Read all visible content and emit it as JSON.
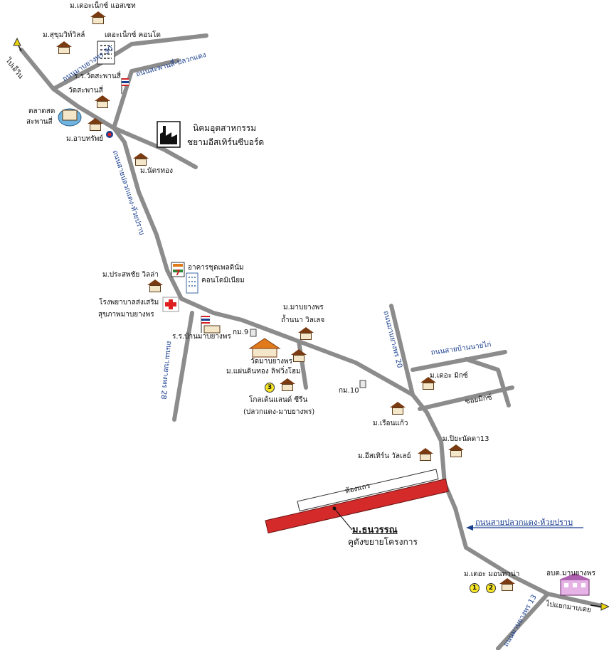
{
  "colors": {
    "road": "#8c8c8c",
    "project_strip": "#d42a2a",
    "road_label": "#1a3f8f",
    "arrow_yellow": "#e9d20a",
    "hospital_red": "#e02020"
  },
  "icons": [
    "house-icon",
    "condo-icon",
    "factory-icon",
    "school-flag-icon",
    "temple-icon",
    "hospital-cross-icon",
    "seven-eleven-icon",
    "market-icon",
    "gas-station-icon",
    "subdistrict-office-icon",
    "km-marker-icon",
    "direction-arrow-icon"
  ],
  "labels": {
    "the_nice_estate": "ม.เดอะเน็กซ์ แอสเซท",
    "sukhumvit_ville": "ม.สุขุมวิท์วิลล์",
    "the_nice_condo": "เดอะเน็กซ์ คอนโด",
    "to_bang_na": "ไปเอ็วิน",
    "road_mabyangporn_30": "ถนนมาบยางพร 30",
    "road_saphansi_pluakdaeng": "ถนนสะพานสี่-ปลวกแดง",
    "school_wat_saphansi": "ร.ร.วัดสะพานสี่",
    "wat_saphansi": "วัดสะพานสี่",
    "market_line1": "ตลาดสด",
    "market_line2": "สะพานสี่",
    "ban_athip": "ม.อาบทรัพย์",
    "industrial_line1": "นิคมอุตสาหกรรม",
    "industrial_line2": "ชยามอีสเทิร์นซีบอร์ด",
    "nattorn": "ม.นัตรทอง",
    "road_pluakdaeng_huaiprab_vertical": "ถนนสายปลวกแดง-ห้วยปราบ",
    "building_line1": "อาคารชุดเพลดินั่ม",
    "building_line2": "คอนโดมิเนียม",
    "prasathchai": "ม.ประสพชัย วิลล่า",
    "hospital_line1": "โรงพยาบาลส่งเสริม",
    "hospital_line2": "สุขภาพมาบยางพร",
    "school_ban_mabyangporn": "ร.ร.บ้านมาบยางพร",
    "km9": "กม.9",
    "road_mabyangporn_28": "ถนนมาบยางพร 28",
    "mabyangporn_estate_line1": "ม.มาบยางพร",
    "mabyangporn_estate_line2": "ถ้ำนนา วิลเลจ",
    "wat_mabyangporn": "วัดมาบยางพร",
    "phaendin_thong": "ม.แผ่นดินทอง ลิฟวิ่งโฮม",
    "golden_land_line1": "โกลเด้นแลนด์ ซีรีน",
    "golden_land_line2": "(ปลวกแดง-มาบยางพร)",
    "num_3": "3",
    "km10": "กม.10",
    "road_mabyangporn_20": "ถนนมาบยางพร 20",
    "road_sai_ban_nai": "ถนนสายบ้านนายไก่",
    "the_mix": "ม.เดอะ มิกซ์",
    "soi_mix": "ซอยมิกซ์",
    "ruean_kaew": "ม.เรือนแก้ว",
    "piyanat": "ม.ปิยะนัดดา13",
    "eastern_wade": "ม.อีสเทิร์น วัลเลย์",
    "shophouse": "ห้องแถว",
    "project_name": "ม.ธนวรรณ",
    "project_desc": "คูดังขยายโครงการ",
    "road_pluakdaeng_huaiprab_horizontal": "ถนนสายปลวกแดง-ห้วยปราบ",
    "the_monta": "ม.เดอะ มอนทาน่า",
    "num_1": "1",
    "num_2": "2",
    "obt": "อบต.มาบยางพร",
    "road_mabyangporn_13": "ถนนมาบยางพร 13",
    "to_mabtaphut": "ไปแยกมาบเตย"
  }
}
